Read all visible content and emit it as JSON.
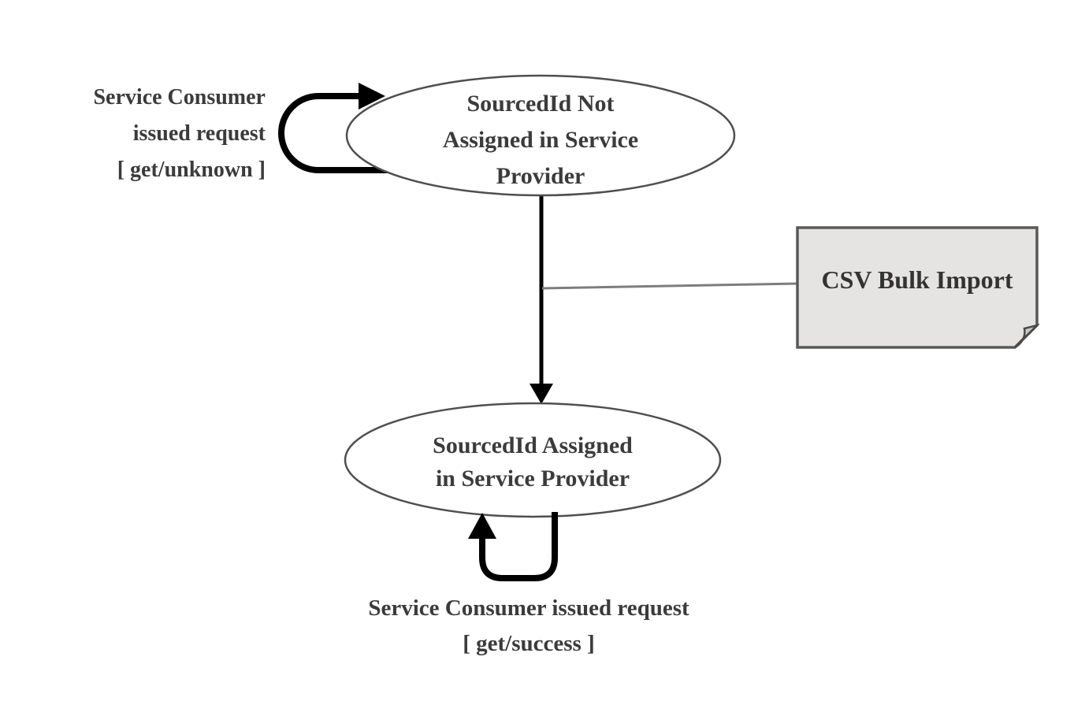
{
  "colors": {
    "background": "#ffffff",
    "line": "#000000",
    "state_border": "#4f4f4f",
    "state_fill": "#ffffff",
    "text": "#3b3b3b",
    "note_fill": "#e5e4e2",
    "note_border": "#595959",
    "note_fold_fill": "#c9c8c6",
    "connector": "#7d7d7d"
  },
  "states": {
    "top": {
      "label": "SourcedId Not Assigned in Service Provider",
      "lines": [
        "SourcedId Not",
        "Assigned in Service",
        "Provider"
      ]
    },
    "bottom": {
      "label": "SourcedId Assigned in Service Provider",
      "lines": [
        "SourcedId Assigned",
        "in Service Provider"
      ]
    }
  },
  "transitions": {
    "top_self_loop": {
      "label": "Service Consumer issued request [ get/unknown ]",
      "lines": [
        "Service Consumer",
        "issued request",
        "[ get/unknown ]"
      ]
    },
    "bottom_self_loop": {
      "label": "Service Consumer issued request [ get/success ]",
      "lines": [
        "Service Consumer issued request",
        "[ get/success ]"
      ]
    }
  },
  "note": {
    "label": "CSV Bulk Import"
  }
}
